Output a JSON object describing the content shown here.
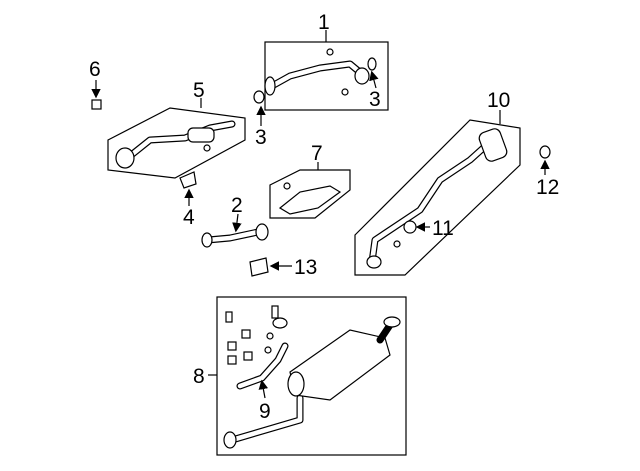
{
  "diagram": {
    "callouts": [
      {
        "id": "c1",
        "text": "1"
      },
      {
        "id": "c3a",
        "text": "3"
      },
      {
        "id": "c3b",
        "text": "3"
      },
      {
        "id": "c5",
        "text": "5"
      },
      {
        "id": "c6",
        "text": "6"
      },
      {
        "id": "c4",
        "text": "4"
      },
      {
        "id": "c7",
        "text": "7"
      },
      {
        "id": "c2",
        "text": "2"
      },
      {
        "id": "c13",
        "text": "13"
      },
      {
        "id": "c10",
        "text": "10"
      },
      {
        "id": "c11",
        "text": "11"
      },
      {
        "id": "c12",
        "text": "12"
      },
      {
        "id": "c8",
        "text": "8"
      },
      {
        "id": "c9",
        "text": "9"
      }
    ]
  }
}
